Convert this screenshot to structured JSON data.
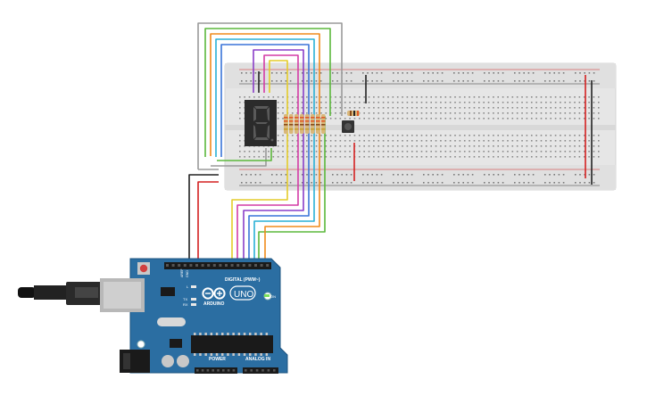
{
  "arduino": {
    "brand_label": "ARDUINO",
    "model_label": "UNO",
    "digital_header_label": "DIGITAL (PWM~)",
    "power_label": "POWER",
    "analog_label": "ANALOG IN",
    "on_label": "ON",
    "l_label": "L",
    "tx_label": "TX",
    "rx_label": "RX",
    "aref_label": "AREF",
    "gnd_label": "GND"
  },
  "display": {
    "digit_shown": "8",
    "lit": false
  },
  "colors": {
    "board_blue": "#2b6ea2",
    "breadboard": "#e6e6e6",
    "rail_red": "#d02020",
    "rail_black": "#222222",
    "resistor_band": "#e05a28",
    "wire_gray": "#9a9a9a",
    "wire_green": "#5cb83c",
    "wire_orange": "#f08a1c",
    "wire_cyan": "#2ab0d6",
    "wire_blue": "#3a74d8",
    "wire_purple": "#8a3ec8",
    "wire_pink": "#d43ca6",
    "wire_yellow": "#e4cc2a",
    "wire_red": "#d42020",
    "wire_black": "#222222"
  },
  "icons": {
    "usb": "usb-port-icon",
    "power_jack": "dc-jack-icon",
    "reset": "reset-button-icon",
    "chip": "atmega-chip-icon"
  }
}
